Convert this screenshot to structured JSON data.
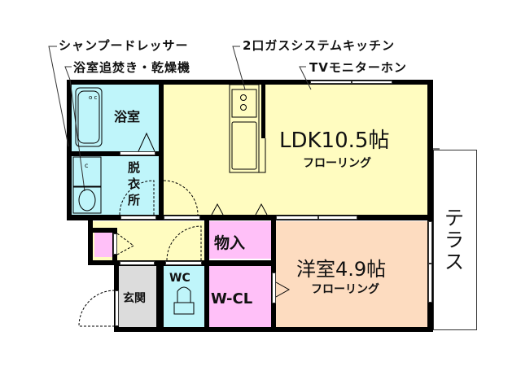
{
  "annotations": {
    "shampoo_dresser": "シャンプードレッサー",
    "bath_reheat_dryer": "浴室追焚き・乾燥機",
    "gas_system_kitchen": "2口ガスシステムキッチン",
    "tv_monitor_phone": "TVモニターホン"
  },
  "rooms": {
    "bathroom": {
      "label": "浴室",
      "color": "#bff5fa"
    },
    "dressing_room": {
      "label": "脱衣所",
      "chars": [
        "脱",
        "衣",
        "所"
      ],
      "color": "#bff5fa"
    },
    "ldk": {
      "label": "LDK10.5帖",
      "floor": "フローリング",
      "color": "#fffcc0"
    },
    "storage": {
      "label": "物入",
      "color": "#ffc0f8"
    },
    "western_room": {
      "label": "洋室4.9帖",
      "floor": "フローリング",
      "color": "#fddcc0"
    },
    "walk_in_closet": {
      "label": "W-CL",
      "color": "#ffc0f8"
    },
    "toilet": {
      "label": "WC",
      "color": "#bff5fa"
    },
    "entrance": {
      "label": "玄関",
      "color": "#dcdcdc"
    },
    "terrace": {
      "label": "テラス",
      "chars": [
        "テ",
        "ラ",
        "ス"
      ],
      "color": "#ffffff"
    },
    "hallway": {
      "color": "#fffcc0"
    },
    "shoe_box": {
      "color": "#ffc0f8"
    }
  }
}
